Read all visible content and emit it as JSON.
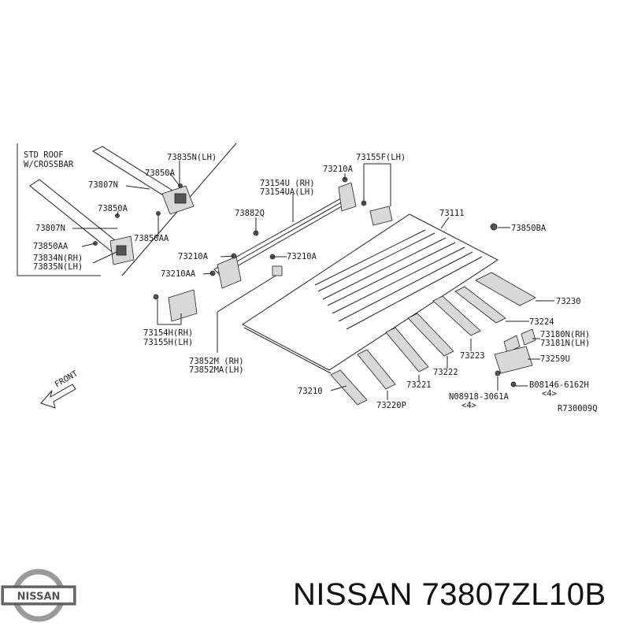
{
  "brand": "NISSAN",
  "caption": "NISSAN 73807ZL10B",
  "inset_note": [
    "STD ROOF",
    "W/CROSSBAR"
  ],
  "front_label": "FRONT",
  "diagram_ref": "R730009Q",
  "callouts": {
    "c73835N_LH": "73835N(LH)",
    "c73850A_1": "73850A",
    "c73807N_1": "73807N",
    "c73850A_2": "73850A",
    "c73807N_2": "73807N",
    "c73850AA_1": "73850AA",
    "c73850AA_2": "73850AA",
    "c73834N_RH": "73834N(RH)",
    "c73835N_LH_2": "73835N(LH)",
    "c73155F_LH": "73155F(LH)",
    "c73210A_top": "73210A",
    "c73154U_RH": "73154U (RH)",
    "c73154UA_LH": "73154UA(LH)",
    "c73882Q": "73882Q",
    "c73111": "73111",
    "c73850BA": "73850BA",
    "c73210A_l": "73210A",
    "c73210A_r": "73210A",
    "c73210AA": "73210AA",
    "c73230": "73230",
    "c73224": "73224",
    "c73154H_RH": "73154H(RH)",
    "c73155H_LH": "73155H(LH)",
    "c73180N_RH": "73180N(RH)",
    "c73181N_LH": "73181N(LH)",
    "c73223": "73223",
    "c73852M_RH": "73852M (RH)",
    "c73852MA_LH": "73852MA(LH)",
    "c73259U": "73259U",
    "c73222": "73222",
    "c73221": "73221",
    "cB08146": "B08146-6162H",
    "cB08146_qty": "<4>",
    "c73210_bottom": "73210",
    "cN08918": "N08918-3061A",
    "cN08918_qty": "<4>",
    "c73220P": "73220P"
  }
}
